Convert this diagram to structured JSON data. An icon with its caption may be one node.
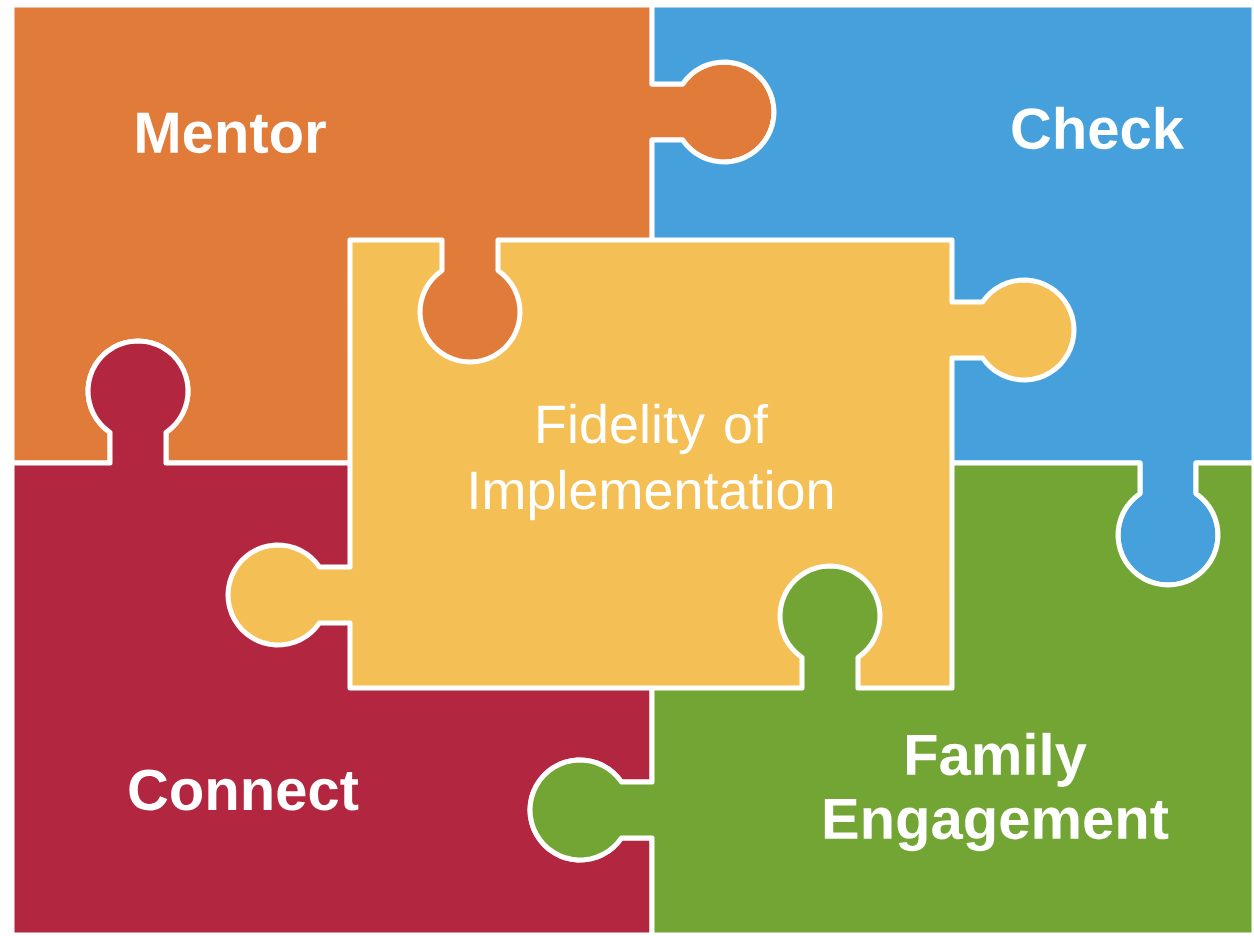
{
  "diagram": {
    "nodes": [
      {
        "text": [
          "Mentor"
        ]
      },
      {
        "text": [
          "Check"
        ]
      },
      {
        "text": [
          "Connect"
        ]
      },
      {
        "text": [
          "Family Engagement"
        ]
      },
      {
        "text": [
          "Fidelity of Implementation"
        ]
      }
    ]
  }
}
